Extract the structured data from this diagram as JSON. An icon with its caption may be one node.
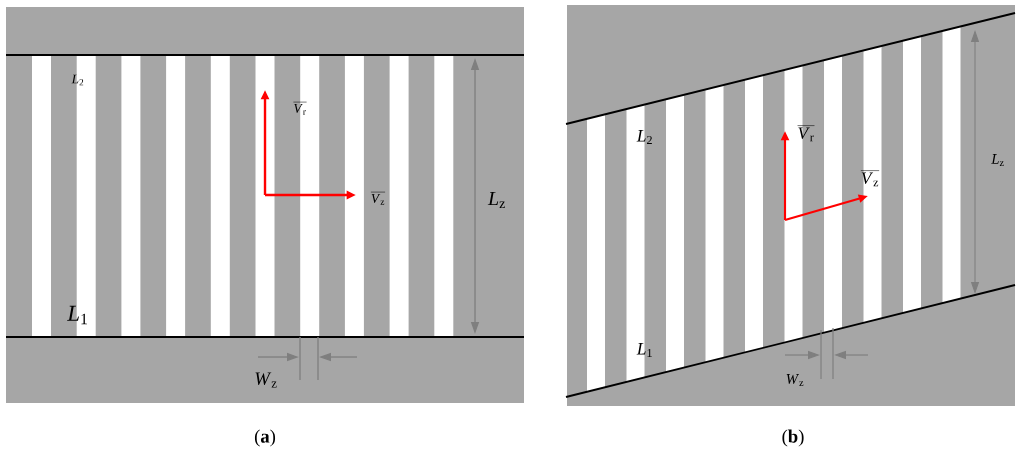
{
  "diagram": {
    "labels": [
      "*L*$_{2}$",
      "*V*$_{r}$",
      "*V*$_{z}$",
      "*L*$_{z}$",
      "*L*$_{1}$",
      "*W*$_{z}$",
      "*L*$_{2}$",
      "*V*$_{r}$",
      "*V*$_{z}$",
      "*L*$_{z}$",
      "*L*$_{1}$",
      "*W*$_{z}$",
      "(**a**)",
      "(**b**)"
    ]
  }
}
